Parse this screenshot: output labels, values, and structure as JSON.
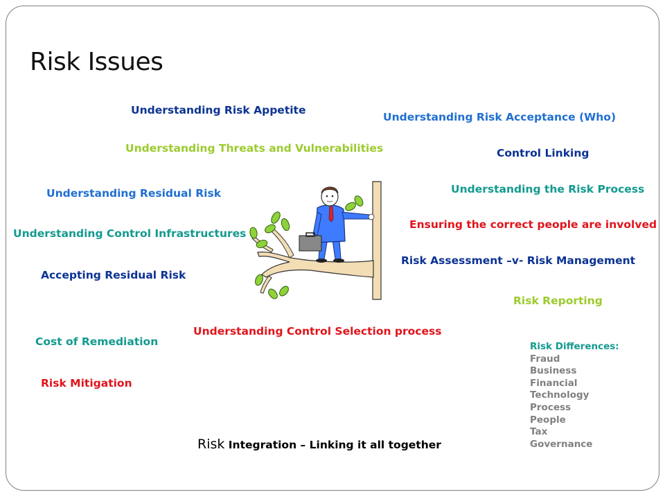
{
  "slide": {
    "title": "Risk Issues",
    "items": {
      "appetite": "Understanding Risk Appetite",
      "acceptance": "Understanding Risk Acceptance (Who)",
      "threats": "Understanding Threats and Vulnerabilities",
      "control_linking": "Control Linking",
      "residual": "Understanding Residual Risk",
      "risk_process": "Understanding the Risk Process",
      "infrastructures": "Understanding Control Infrastructures",
      "correct_people": "Ensuring the correct people are involved",
      "assessment": "Risk Assessment –v- Risk Management",
      "accepting": "Accepting Residual Risk",
      "reporting": "Risk Reporting",
      "control_selection": "Understanding Control Selection process",
      "remediation": "Cost of Remediation",
      "mitigation": "Risk Mitigation"
    },
    "differences": {
      "heading": "Risk Differences:",
      "list": [
        "Fraud",
        "Business",
        "Financial",
        "Technology",
        "Process",
        "People",
        "Tax",
        "Governance"
      ]
    },
    "integration": {
      "lead": "Risk",
      "rest": " Integration – Linking it all together"
    },
    "colors": {
      "navy": "#0b3393",
      "blue": "#1f6fd1",
      "green": "#9ccb2d",
      "teal": "#139a8f",
      "red": "#e0141b",
      "gray": "#808080"
    }
  }
}
